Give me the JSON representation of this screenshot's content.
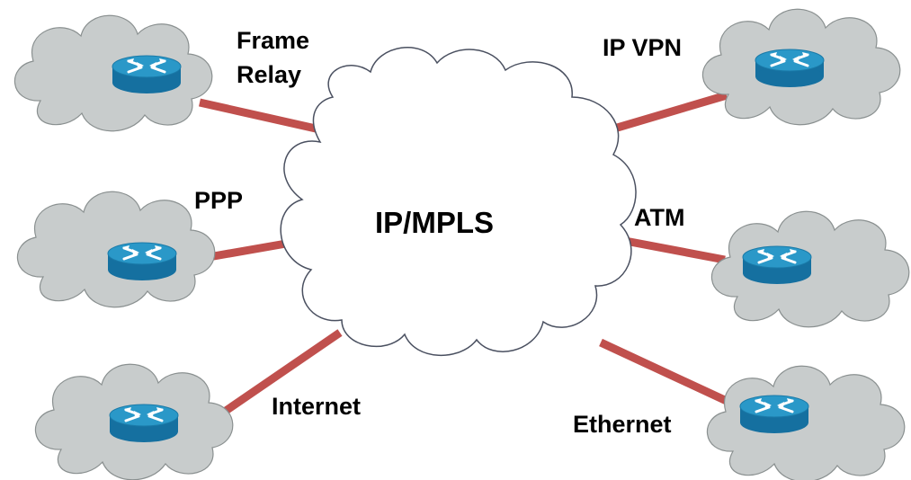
{
  "core": {
    "label": "IP/MPLS"
  },
  "links": [
    {
      "id": "frame-relay",
      "label_lines": [
        "Frame",
        "Relay"
      ]
    },
    {
      "id": "ip-vpn",
      "label": "IP VPN"
    },
    {
      "id": "ppp",
      "label": "PPP"
    },
    {
      "id": "atm",
      "label": "ATM"
    },
    {
      "id": "internet",
      "label": "Internet"
    },
    {
      "id": "ethernet",
      "label": "Ethernet"
    }
  ],
  "colors": {
    "link": "#c0504d",
    "core_cloud_fill": "#ffffff",
    "core_cloud_stroke": "#4a5060",
    "site_cloud_fill": "#c8cccc",
    "site_cloud_stroke": "#8a9090",
    "router_top": "#2a98c8",
    "router_side": "#1570a0",
    "router_arrows": "#ffffff"
  },
  "icons": [
    "cloud-icon",
    "router-icon"
  ]
}
